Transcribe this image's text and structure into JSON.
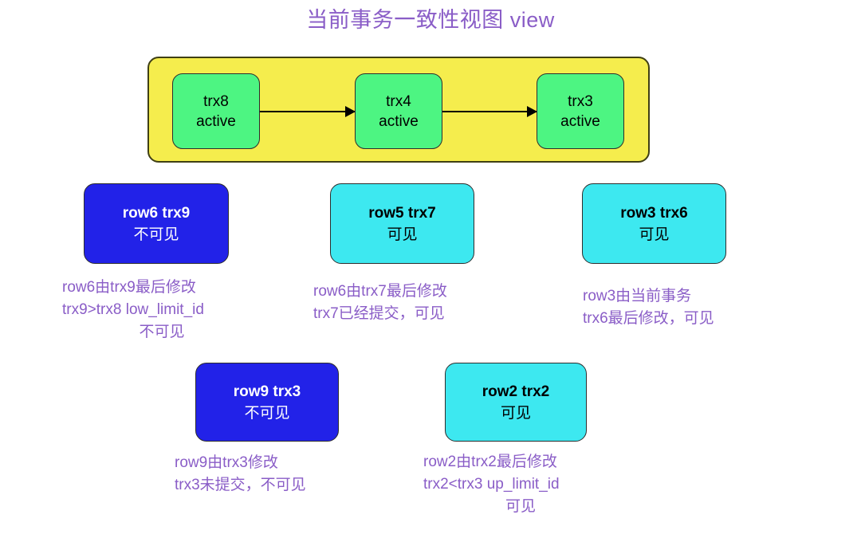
{
  "title": "当前事务一致性视图 view",
  "colors": {
    "title_text": "#8a5dc7",
    "container_fill": "#f5ed4d",
    "active_trx_fill": "#4df582",
    "invisible_row_fill": "#2222e8",
    "visible_row_fill": "#3de8f0",
    "caption_text": "#8a5dc7",
    "border": "#2d2d2d",
    "arrow": "#000000"
  },
  "active_view": {
    "transactions": [
      {
        "id": "trx8",
        "state": "active"
      },
      {
        "id": "trx4",
        "state": "active"
      },
      {
        "id": "trx3",
        "state": "active"
      }
    ],
    "arrows": [
      {
        "from": "trx8",
        "to": "trx4"
      },
      {
        "from": "trx4",
        "to": "trx3"
      }
    ]
  },
  "rows": [
    {
      "label": "row6 trx9",
      "visibility": "不可见",
      "visible": false,
      "caption": [
        "row6由trx9最后修改",
        "trx9>trx8 low_limit_id",
        "不可见"
      ],
      "caption_centered_lines": [
        2
      ]
    },
    {
      "label": "row5 trx7",
      "visibility": "可见",
      "visible": true,
      "caption": [
        "row6由trx7最后修改",
        "trx7已经提交，可见"
      ],
      "caption_centered_lines": []
    },
    {
      "label": "row3 trx6",
      "visibility": "可见",
      "visible": true,
      "caption": [
        "row3由当前事务",
        "trx6最后修改，可见"
      ],
      "caption_centered_lines": []
    },
    {
      "label": "row9 trx3",
      "visibility": "不可见",
      "visible": false,
      "caption": [
        "row9由trx3修改",
        "trx3未提交，不可见"
      ],
      "caption_centered_lines": []
    },
    {
      "label": "row2 trx2",
      "visibility": "可见",
      "visible": true,
      "caption": [
        "row2由trx2最后修改",
        "trx2<trx3 up_limit_id",
        "可见"
      ],
      "caption_centered_lines": [
        2
      ]
    }
  ]
}
